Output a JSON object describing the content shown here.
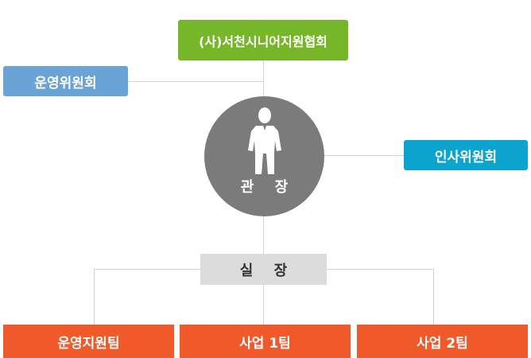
{
  "top_org": "(사)서천시니어지원협회",
  "committee_left": "운영위원회",
  "committee_right": "인사위원회",
  "director": "관 장",
  "manager": "실 장",
  "teams": [
    "운영지원팀",
    "사업 1팀",
    "사업 2팀"
  ],
  "colors": {
    "top_org": "#76b72a",
    "committee_left": "#6aa3d6",
    "committee_right": "#0aa4cf",
    "director": "#7b7b7b",
    "manager": "#dcdcdc",
    "teams": "#f05a2b",
    "connector": "#d4d4d4"
  },
  "icons": {
    "director": "person-icon"
  }
}
